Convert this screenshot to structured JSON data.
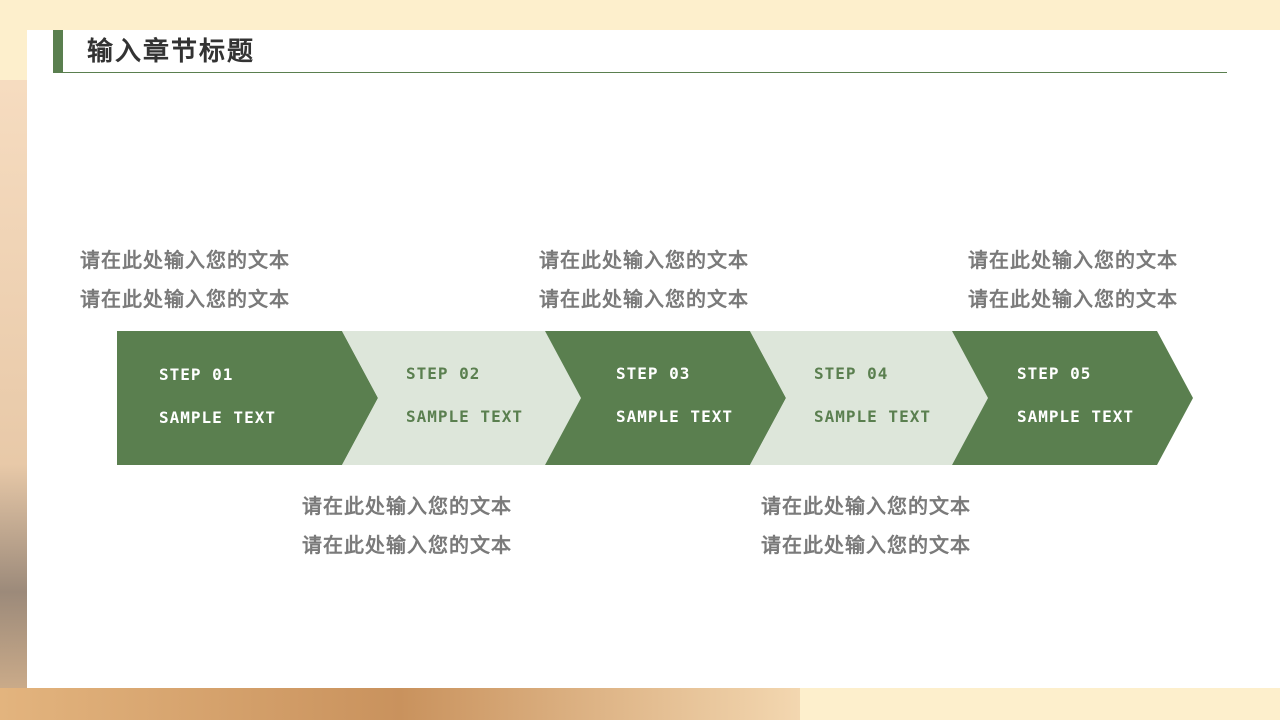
{
  "header": {
    "title": "输入章节标题"
  },
  "colors": {
    "dark": "#5a7f4f",
    "light": "#dde6da",
    "accent_text_light": "#ffffff",
    "accent_text_dark": "#5a7f4f"
  },
  "steps": [
    {
      "step": "STEP 01",
      "text": "SAMPLE TEXT"
    },
    {
      "step": "STEP 02",
      "text": "SAMPLE TEXT"
    },
    {
      "step": "STEP 03",
      "text": "SAMPLE TEXT"
    },
    {
      "step": "STEP 04",
      "text": "SAMPLE TEXT"
    },
    {
      "step": "STEP 05",
      "text": "SAMPLE TEXT"
    }
  ],
  "notes": [
    {
      "line1": "请在此处输入您的文本",
      "line2": "请在此处输入您的文本"
    },
    {
      "line1": "请在此处输入您的文本",
      "line2": "请在此处输入您的文本"
    },
    {
      "line1": "请在此处输入您的文本",
      "line2": "请在此处输入您的文本"
    },
    {
      "line1": "请在此处输入您的文本",
      "line2": "请在此处输入您的文本"
    },
    {
      "line1": "请在此处输入您的文本",
      "line2": "请在此处输入您的文本"
    }
  ]
}
